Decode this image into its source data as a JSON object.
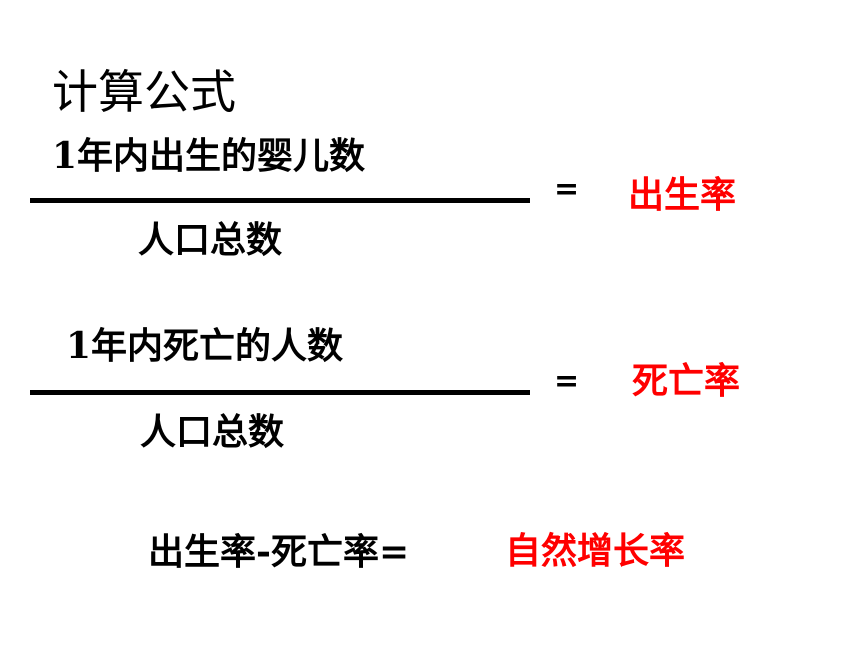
{
  "title": "计算公式",
  "birth": {
    "numerator": "1年内出生的婴儿数",
    "denominator": "人口总数",
    "equals": "=",
    "result": "出生率"
  },
  "death": {
    "numerator": "1年内死亡的人数",
    "denominator": "人口总数",
    "equals": "=",
    "result": "死亡率"
  },
  "natural": {
    "expression": "出生率-死亡率=",
    "result": "自然增长率"
  },
  "colors": {
    "result": "#ff0000",
    "text": "#000000",
    "background": "#ffffff"
  }
}
